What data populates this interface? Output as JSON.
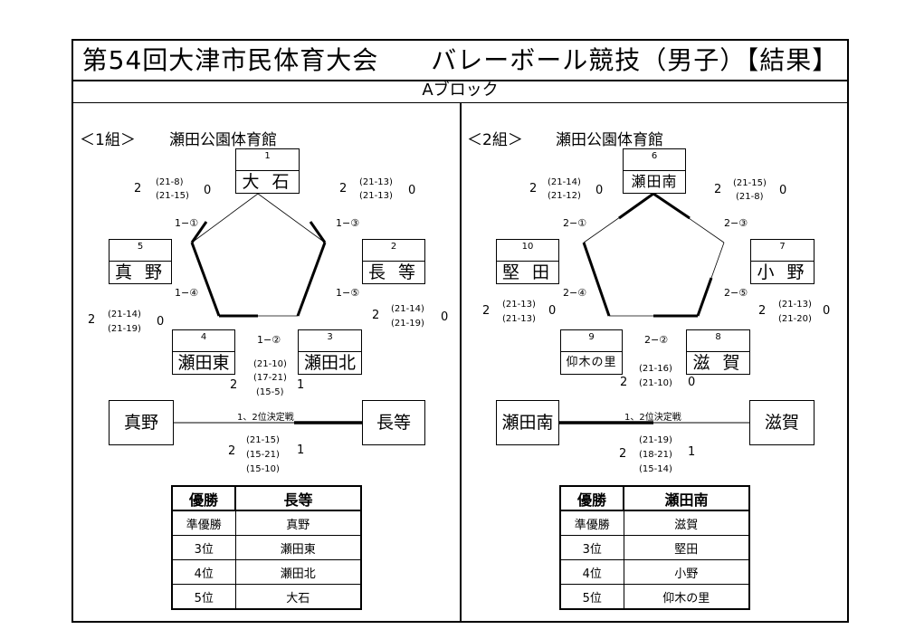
{
  "title": "第54回大津市民体育大会　　バレーボール競技（男子）【結果】",
  "block": "Aブロック",
  "groups": [
    {
      "label": "＜1組＞",
      "venue": "瀬田公園体育館",
      "teams": [
        {
          "num": "1",
          "name": "大 石"
        },
        {
          "num": "2",
          "name": "長 等"
        },
        {
          "num": "3",
          "name": "瀬田北"
        },
        {
          "num": "4",
          "name": "瀬田東"
        },
        {
          "num": "5",
          "name": "真 野"
        }
      ],
      "match_labels": [
        "1−①",
        "1−③",
        "1−④",
        "1−⑤",
        "1−②"
      ],
      "scores": [
        {
          "left": "2",
          "sets": [
            "(21-8)",
            "(21-15)"
          ],
          "right": "0"
        },
        {
          "left": "2",
          "sets": [
            "(21-13)",
            "(21-13)"
          ],
          "right": "0"
        },
        {
          "left": "2",
          "sets": [
            "(21-14)",
            "(21-19)"
          ],
          "right": "0"
        },
        {
          "left": "2",
          "sets": [
            "(21-14)",
            "(21-19)"
          ],
          "right": "0"
        },
        {
          "left": "2",
          "sets": [
            "(21-10)",
            "(17-21)",
            "(15-5)"
          ],
          "right": "1"
        }
      ],
      "final": {
        "label": "1、2位決定戦",
        "left": "真野",
        "right": "長等",
        "left_score": "2",
        "right_score": "1",
        "sets": [
          "(21-15)",
          "(15-21)",
          "(15-10)"
        ]
      },
      "ranking": {
        "rows": [
          [
            "優勝",
            "長等"
          ],
          [
            "準優勝",
            "真野"
          ],
          [
            "3位",
            "瀬田東"
          ],
          [
            "4位",
            "瀬田北"
          ],
          [
            "5位",
            "大石"
          ]
        ]
      }
    },
    {
      "label": "＜2組＞",
      "venue": "瀬田公園体育館",
      "teams": [
        {
          "num": "6",
          "name": "瀬田南"
        },
        {
          "num": "7",
          "name": "小 野"
        },
        {
          "num": "8",
          "name": "滋 賀"
        },
        {
          "num": "9",
          "name": "仰木の里"
        },
        {
          "num": "10",
          "name": "堅 田"
        }
      ],
      "match_labels": [
        "2−①",
        "2−③",
        "2−④",
        "2−⑤",
        "2−②"
      ],
      "scores": [
        {
          "left": "2",
          "sets": [
            "(21-14)",
            "(21-12)"
          ],
          "right": "0"
        },
        {
          "left": "2",
          "sets": [
            "(21-15)",
            "(21-8)"
          ],
          "right": "0"
        },
        {
          "left": "2",
          "sets": [
            "(21-13)",
            "(21-13)"
          ],
          "right": "0"
        },
        {
          "left": "2",
          "sets": [
            "(21-13)",
            "(21-20)"
          ],
          "right": "0"
        },
        {
          "left": "2",
          "sets": [
            "(21-16)",
            "(21-10)"
          ],
          "right": "0"
        }
      ],
      "final": {
        "label": "1、2位決定戦",
        "left": "瀬田南",
        "right": "滋賀",
        "left_score": "2",
        "right_score": "1",
        "sets": [
          "(21-19)",
          "(18-21)",
          "(15-14)"
        ]
      },
      "ranking": {
        "rows": [
          [
            "優勝",
            "瀬田南"
          ],
          [
            "準優勝",
            "滋賀"
          ],
          [
            "3位",
            "堅田"
          ],
          [
            "4位",
            "小野"
          ],
          [
            "5位",
            "仰木の里"
          ]
        ]
      }
    }
  ]
}
